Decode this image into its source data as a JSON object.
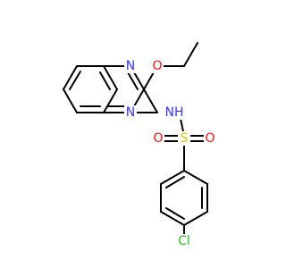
{
  "molecule": {
    "atoms": {
      "n_top": {
        "text": "N",
        "color": "#3333ff"
      },
      "n_bottom": {
        "text": "N",
        "color": "#3333ff"
      },
      "o_ether": {
        "text": "O",
        "color": "#ff0d0d"
      },
      "nh": {
        "text": "NH",
        "color": "#3333ff"
      },
      "s": {
        "text": "S",
        "color": "#cccc00"
      },
      "o_left": {
        "text": "O",
        "color": "#ff0d0d"
      },
      "o_right": {
        "text": "O",
        "color": "#ff0d0d"
      },
      "cl": {
        "text": "Cl",
        "color": "#1fc01f"
      }
    }
  }
}
